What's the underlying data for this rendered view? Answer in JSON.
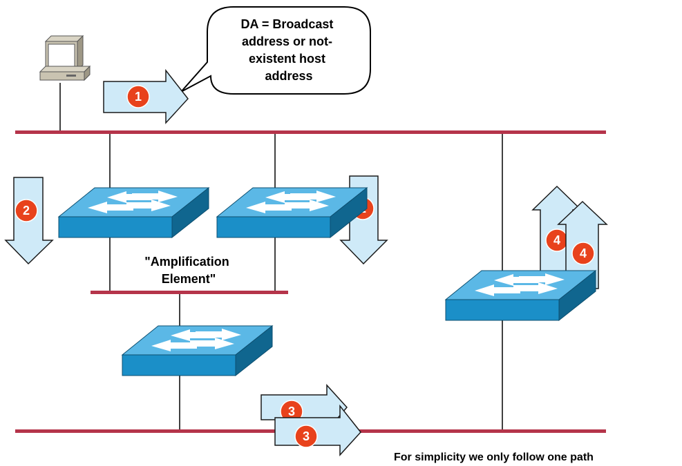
{
  "callout": {
    "lines": [
      "DA = Broadcast",
      "address or not-",
      "existent host",
      "address"
    ]
  },
  "amplification_label": {
    "lines": [
      "\"Amplification",
      "Element\""
    ]
  },
  "footer_note": "For simplicity we only follow one path",
  "step_badges": {
    "one": "1",
    "two": "2",
    "three": "3",
    "four": "4"
  },
  "colors": {
    "network_line": "#b5344a",
    "arrow_fill": "#cfeaf8",
    "arrow_stroke": "#1a1a1a",
    "badge": "#e8421c",
    "switch_top": "#5bb8e6",
    "switch_front": "#1b8fc8",
    "switch_side": "#10668f"
  }
}
